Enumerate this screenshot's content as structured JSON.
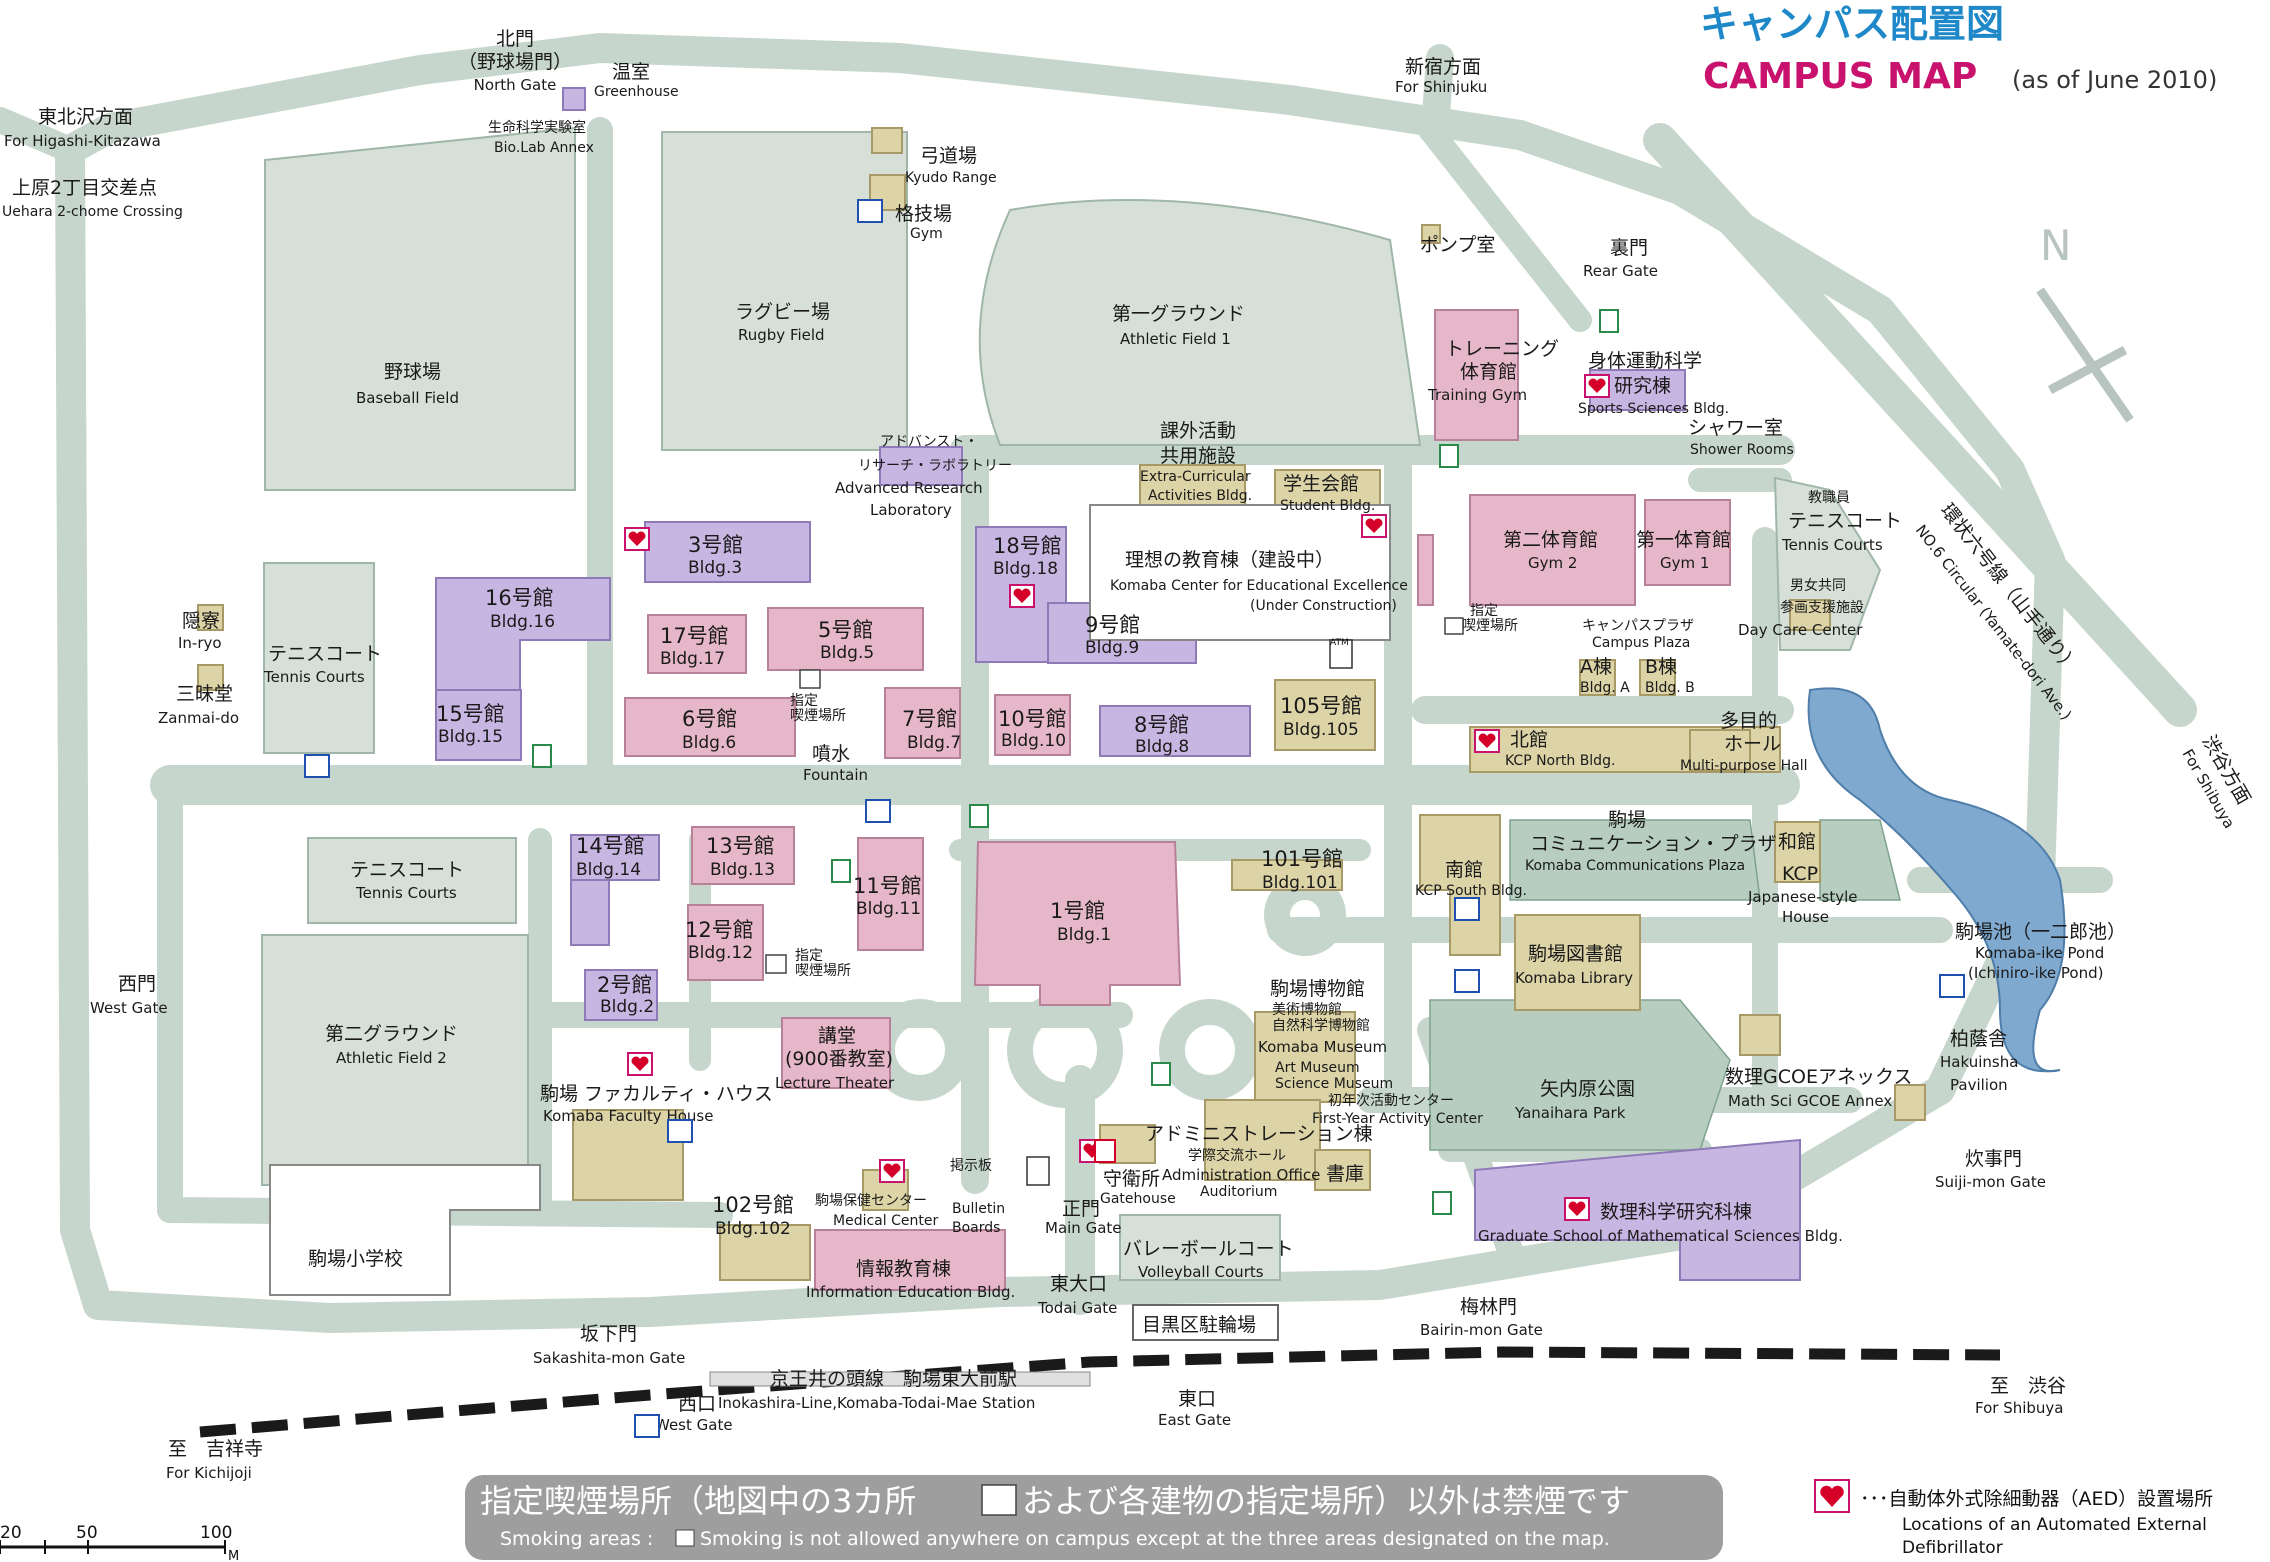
{
  "title": {
    "jp": "キャンパス配置図",
    "en": "CAMPUS MAP",
    "date": "(as of June 2010)"
  },
  "colors": {
    "road": "#c6d6cc",
    "road_edge": "#9fb6a8",
    "field": "#d6e0d8",
    "lecture": "#c8b6e2",
    "lecture_dark": "#8f7ab8",
    "facility": "#e6b7c9",
    "facility_dark": "#b9809a",
    "service": "#dcd3a6",
    "service_dark": "#a79a66",
    "water": "#7fa9cf",
    "title_blue": "#1e88c8",
    "title_magenta": "#c8126e"
  },
  "directions": {
    "higashi_kitazawa": {
      "jp": "東北沢方面",
      "en": "For Higashi-Kitazawa"
    },
    "uehara": {
      "jp": "上原2丁目交差点",
      "en": "Uehara 2-chome Crossing"
    },
    "shinjuku": {
      "jp": "新宿方面",
      "en": "For Shinjuku"
    },
    "shibuya_road": {
      "jp": "渋谷方面",
      "en": "For Shibuya"
    },
    "yamate": {
      "jp": "環状六号線（山手通り）",
      "en": "NO.6 Circular (Yamate-dori Ave.)"
    },
    "kichijoji": {
      "jp": "至　吉祥寺",
      "en": "For Kichijoji"
    },
    "shibuya_rail": {
      "jp": "至　渋谷",
      "en": "For Shibuya"
    },
    "north": "N"
  },
  "gates": {
    "north": {
      "jp": "北門\n（野球場門）",
      "en": "North Gate"
    },
    "rear": {
      "jp": "裏門",
      "en": "Rear Gate"
    },
    "west": {
      "jp": "西門",
      "en": "West Gate"
    },
    "sakashita": {
      "jp": "坂下門",
      "en": "Sakashita-mon Gate"
    },
    "west_exit": {
      "jp": "西口",
      "en": "West Gate"
    },
    "todai": {
      "jp": "東大口",
      "en": "Todai Gate"
    },
    "main": {
      "jp": "正門",
      "en": "Main Gate"
    },
    "east": {
      "jp": "東口",
      "en": "East Gate"
    },
    "bairin": {
      "jp": "梅林門",
      "en": "Bairin-mon Gate"
    },
    "suiji": {
      "jp": "炊事門",
      "en": "Suiji-mon Gate"
    }
  },
  "places": {
    "greenhouse": {
      "jp": "温室",
      "en": "Greenhouse"
    },
    "biolab": {
      "jp": "生命科学実験室",
      "en": "Bio.Lab Annex"
    },
    "kyudo": {
      "jp": "弓道場",
      "en": "Kyudo Range"
    },
    "gym_small": {
      "jp": "格技場",
      "en": "Gym"
    },
    "baseball": {
      "jp": "野球場",
      "en": "Baseball Field"
    },
    "rugby": {
      "jp": "ラグビー場",
      "en": "Rugby Field"
    },
    "athletic1": {
      "jp": "第一グラウンド",
      "en": "Athletic Field 1"
    },
    "pump": {
      "jp": "ポンプ室",
      "en": ""
    },
    "training": {
      "jp": "トレーニング\n体育館",
      "en": "Training Gym"
    },
    "sports_sci": {
      "jp": "身体運動科学\n研究棟",
      "en": "Sports Sciences Bldg."
    },
    "shower": {
      "jp": "シャワー室",
      "en": "Shower Rooms"
    },
    "adv_research": {
      "jp": "アドバンスト・\nリサーチ・ラボラトリー",
      "en": "Advanced Research\nLaboratory"
    },
    "extra_curr": {
      "jp": "課外活動\n共用施設",
      "en": "Extra-Curricular\nActivities Bldg."
    },
    "student": {
      "jp": "学生会館",
      "en": "Student Bldg."
    },
    "gym2": {
      "jp": "第二体育館",
      "en": "Gym 2"
    },
    "gym1": {
      "jp": "第一体育館",
      "en": "Gym 1"
    },
    "tennis_staff": {
      "jp": "教職員\nテニスコート",
      "en": "Tennis Courts"
    },
    "daycare": {
      "jp": "男女共同\n参画支援施設",
      "en": "Day Care Center"
    },
    "ideal": {
      "jp": "理想の教育棟（建設中）",
      "en": "Komaba Center for Educational Excellence\n(Under Construction)"
    },
    "campus_plaza": {
      "jp": "キャンパスプラザ",
      "en": "Campus Plaza"
    },
    "plaza_a": {
      "jp": "A棟",
      "en": "Bldg. A"
    },
    "plaza_b": {
      "jp": "B棟",
      "en": "Bldg. B"
    },
    "inryo": {
      "jp": "隠寮",
      "en": "In-ryo"
    },
    "zanmai": {
      "jp": "三昧堂",
      "en": "Zanmai-do"
    },
    "tennis_w": {
      "jp": "テニスコート",
      "en": "Tennis Courts"
    },
    "tennis_sw": {
      "jp": "テニスコート",
      "en": "Tennis Courts"
    },
    "fountain": {
      "jp": "噴水",
      "en": "Fountain"
    },
    "kcp_north": {
      "jp": "北館",
      "en": "KCP North Bldg."
    },
    "multipurpose": {
      "jp": "多目的\nホール",
      "en": "Multi-purpose Hall"
    },
    "kcp_south": {
      "jp": "南館",
      "en": "KCP South Bldg."
    },
    "comm_plaza": {
      "jp": "駒場\nコミュニケーション・プラザ",
      "en": "Komaba Communications Plaza"
    },
    "wakan": {
      "jp": "和館",
      "en": "KCP\nJapanese-style\nHouse"
    },
    "library": {
      "jp": "駒場図書館",
      "en": "Komaba Library"
    },
    "athletic2": {
      "jp": "第二グラウンド",
      "en": "Athletic Field 2"
    },
    "faculty_house": {
      "jp": "駒場 ファカルティ・ハウス",
      "en": "Komaba Faculty House"
    },
    "lecture": {
      "jp": "講堂\n(900番教室)",
      "en": "Lecture Theater"
    },
    "museum": {
      "jp": "駒場博物館",
      "en": "Komaba Museum"
    },
    "museum_sub": {
      "jp": "美術博物館\n自然科学博物館",
      "en": "Art Museum\nScience Museum"
    },
    "first_year": {
      "jp": "初年次活動センター",
      "en": "First-Year Activity Center"
    },
    "admin": {
      "jp": "アドミニストレーション棟\n学際交流ホール",
      "en": "Administration Office\nAuditorium"
    },
    "bookstore": {
      "jp": "書庫",
      "en": ""
    },
    "yanaihara": {
      "jp": "矢内原公園",
      "en": "Yanaihara Park"
    },
    "gcoe": {
      "jp": "数理GCOEアネックス",
      "en": "Math Sci GCOE Annex"
    },
    "math_sci": {
      "jp": "数理科学研究科棟",
      "en": "Graduate School of Mathematical Sciences Bldg."
    },
    "pond": {
      "jp": "駒場池（一二郎池）",
      "en": "Komaba-ike Pond\n(Ichiniro-ike Pond)"
    },
    "hakuinsha": {
      "jp": "柏蔭舎",
      "en": "Hakuinsha\nPavilion"
    },
    "medical": {
      "jp": "駒場保健センター",
      "en": "Medical Center"
    },
    "bulletin": {
      "jp": "掲示板",
      "en": "Bulletin\nBoards"
    },
    "gatehouse": {
      "jp": "守衛所",
      "en": "Gatehouse"
    },
    "info_edu": {
      "jp": "情報教育棟",
      "en": "Information Education Bldg."
    },
    "volleyball": {
      "jp": "バレーボールコート",
      "en": "Volleyball Courts"
    },
    "bicycle": {
      "jp": "目黒区駐輪場",
      "en": ""
    },
    "school": {
      "jp": "駒場小学校",
      "en": ""
    },
    "station": {
      "jp": "京王井の頭線　駒場東大前駅",
      "en": "Inokashira-Line,Komaba-Todai-Mae Station"
    },
    "smoke_designated": {
      "jp": "指定\n喫煙場所",
      "en": ""
    },
    "atm": {
      "jp": "ATM",
      "en": ""
    }
  },
  "buildings": {
    "b1": {
      "jp": "1号館",
      "en": "Bldg.1"
    },
    "b2": {
      "jp": "2号館",
      "en": "Bldg.2"
    },
    "b3": {
      "jp": "3号館",
      "en": "Bldg.3"
    },
    "b5": {
      "jp": "5号館",
      "en": "Bldg.5"
    },
    "b6": {
      "jp": "6号館",
      "en": "Bldg.6"
    },
    "b7": {
      "jp": "7号館",
      "en": "Bldg.7"
    },
    "b8": {
      "jp": "8号館",
      "en": "Bldg.8"
    },
    "b9": {
      "jp": "9号館",
      "en": "Bldg.9"
    },
    "b10": {
      "jp": "10号館",
      "en": "Bldg.10"
    },
    "b11": {
      "jp": "11号館",
      "en": "Bldg.11"
    },
    "b12": {
      "jp": "12号館",
      "en": "Bldg.12"
    },
    "b13": {
      "jp": "13号館",
      "en": "Bldg.13"
    },
    "b14": {
      "jp": "14号館",
      "en": "Bldg.14"
    },
    "b15": {
      "jp": "15号館",
      "en": "Bldg.15"
    },
    "b16": {
      "jp": "16号館",
      "en": "Bldg.16"
    },
    "b17": {
      "jp": "17号館",
      "en": "Bldg.17"
    },
    "b18": {
      "jp": "18号館",
      "en": "Bldg.18"
    },
    "b101": {
      "jp": "101号館",
      "en": "Bldg.101"
    },
    "b102": {
      "jp": "102号館",
      "en": "Bldg.102"
    },
    "b105": {
      "jp": "105号館",
      "en": "Bldg.105"
    }
  },
  "notice": {
    "jp_before": "指定喫煙場所（地図中の3カ所",
    "jp_after": "および各建物の指定場所）以外は禁煙です",
    "en_prefix": "Smoking areas :",
    "en": "Smoking is not allowed anywhere on campus except at the three areas designated on the map."
  },
  "legend": {
    "aed_jp": "･･･自動体外式除細動器（AED）設置場所",
    "aed_en1": "Locations of an Automated External",
    "aed_en2": "Defibrillator"
  },
  "scale": {
    "ticks": [
      "20",
      "50",
      "100"
    ],
    "unit": "M"
  }
}
